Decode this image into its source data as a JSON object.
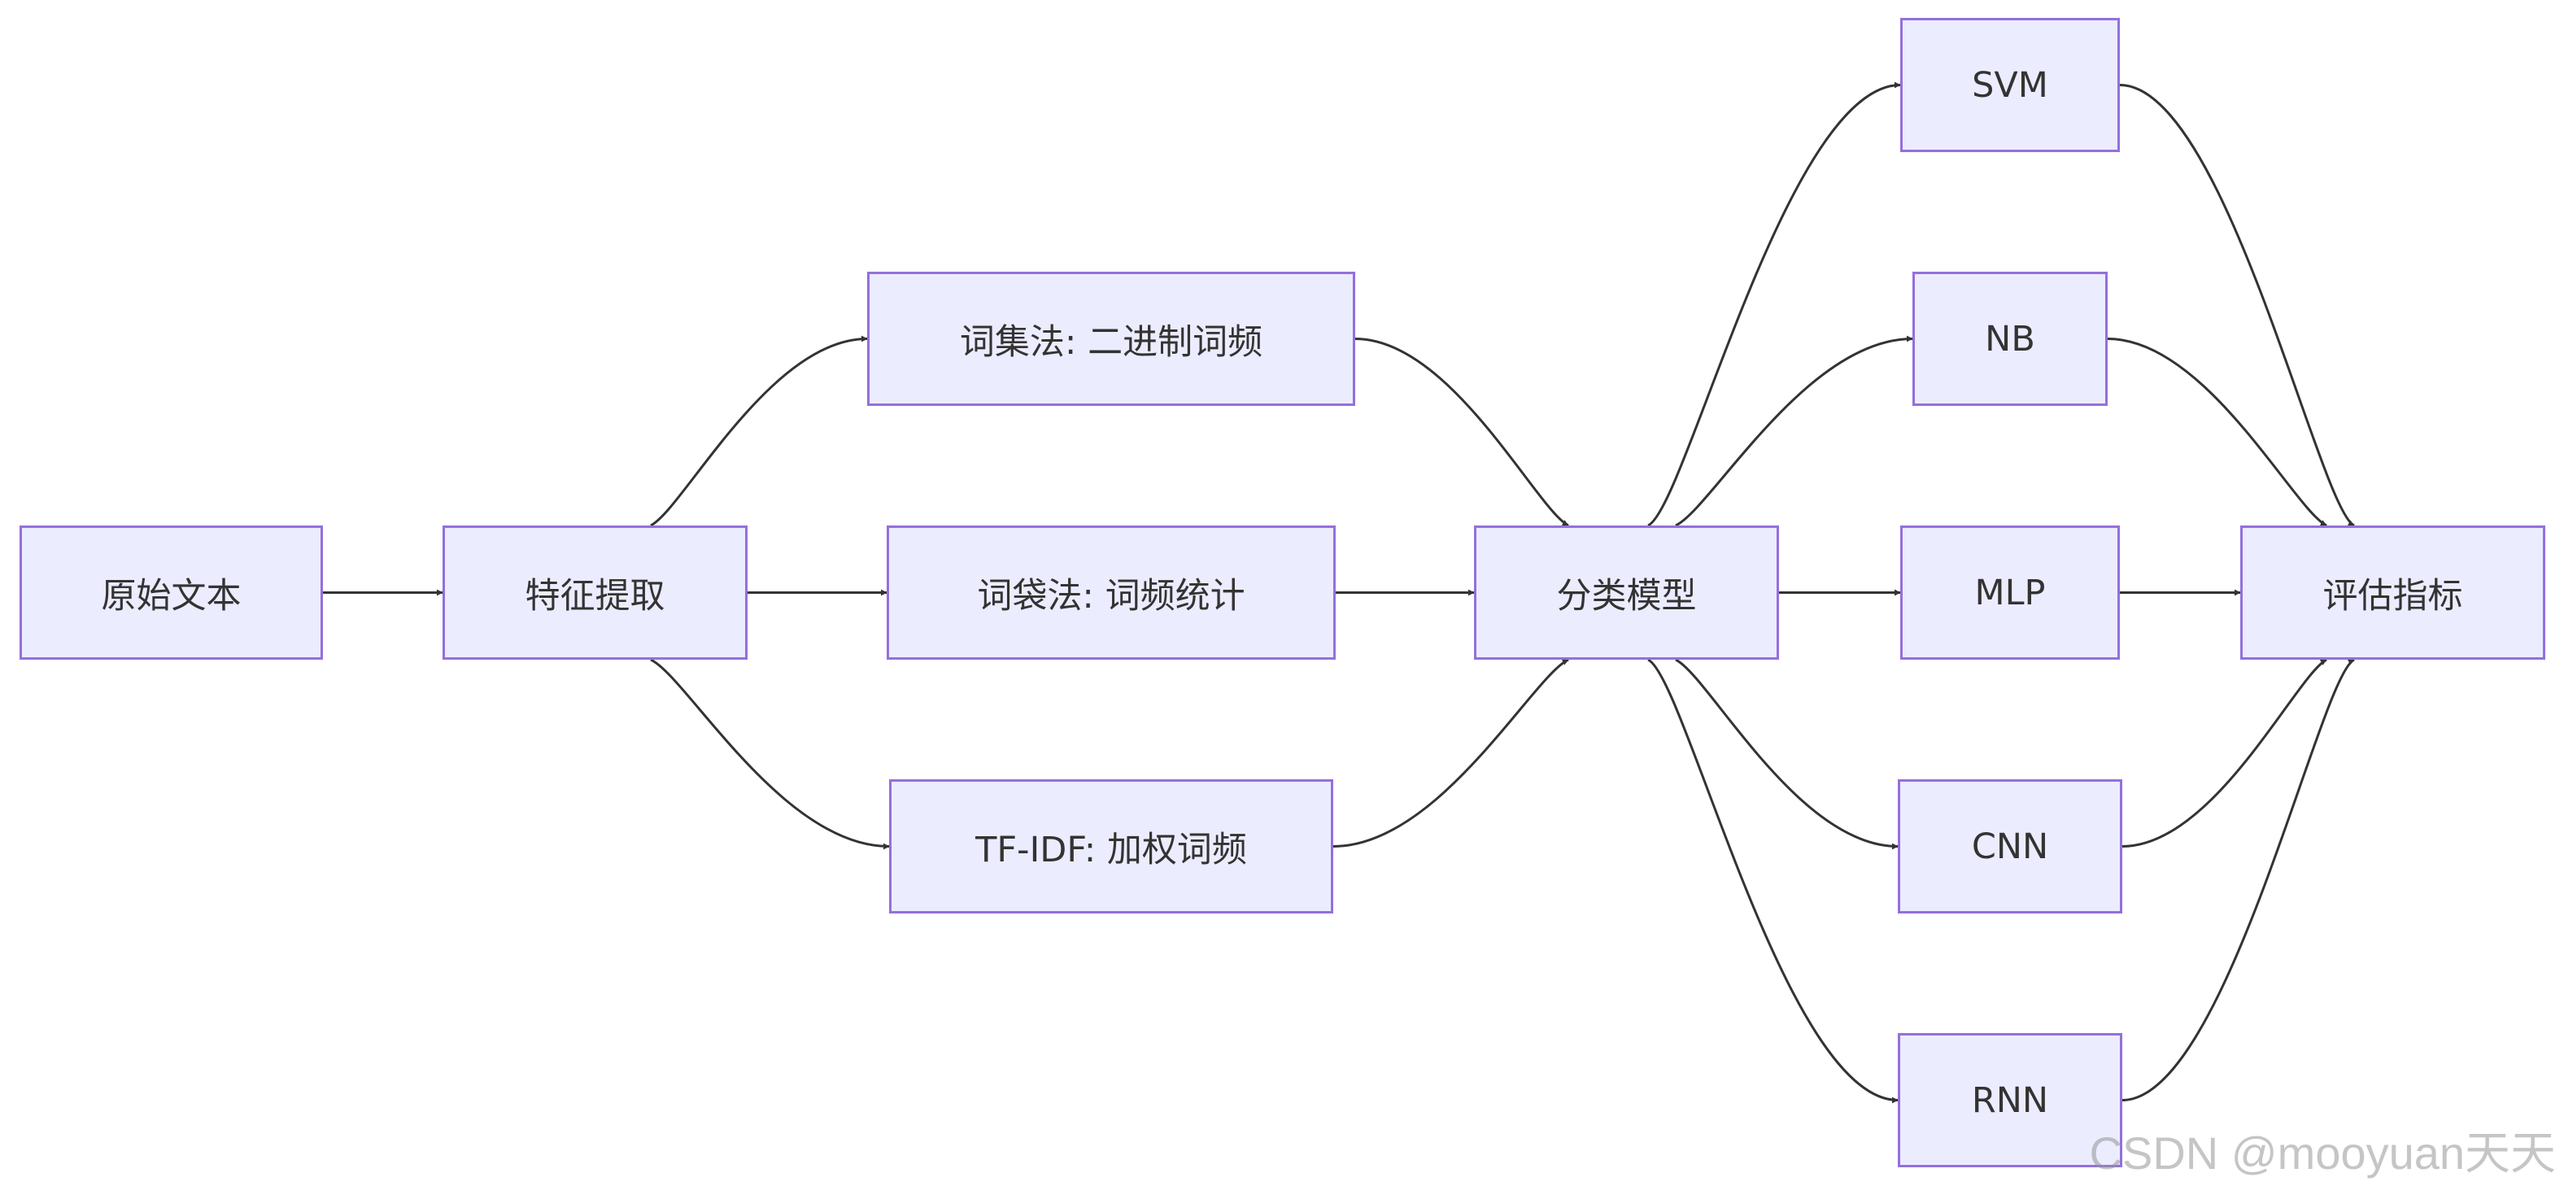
{
  "nodes": {
    "raw_text": "原始文本",
    "feature_extraction": "特征提取",
    "set_of_words": "词集法: 二进制词频",
    "bag_of_words": "词袋法: 词频统计",
    "tfidf": "TF-IDF: 加权词频",
    "classifier": "分类模型",
    "svm": "SVM",
    "nb": "NB",
    "mlp": "MLP",
    "cnn": "CNN",
    "rnn": "RNN",
    "metrics": "评估指标"
  },
  "edges": [
    [
      "raw_text",
      "feature_extraction"
    ],
    [
      "feature_extraction",
      "set_of_words"
    ],
    [
      "feature_extraction",
      "bag_of_words"
    ],
    [
      "feature_extraction",
      "tfidf"
    ],
    [
      "set_of_words",
      "classifier"
    ],
    [
      "bag_of_words",
      "classifier"
    ],
    [
      "tfidf",
      "classifier"
    ],
    [
      "classifier",
      "svm"
    ],
    [
      "classifier",
      "nb"
    ],
    [
      "classifier",
      "mlp"
    ],
    [
      "classifier",
      "cnn"
    ],
    [
      "classifier",
      "rnn"
    ],
    [
      "svm",
      "metrics"
    ],
    [
      "nb",
      "metrics"
    ],
    [
      "mlp",
      "metrics"
    ],
    [
      "cnn",
      "metrics"
    ],
    [
      "rnn",
      "metrics"
    ]
  ],
  "colors": {
    "node_fill": "#ececff",
    "node_border": "#9370db",
    "edge": "#333333",
    "text": "#333333"
  },
  "watermark": "CSDN @mooyuan天天"
}
